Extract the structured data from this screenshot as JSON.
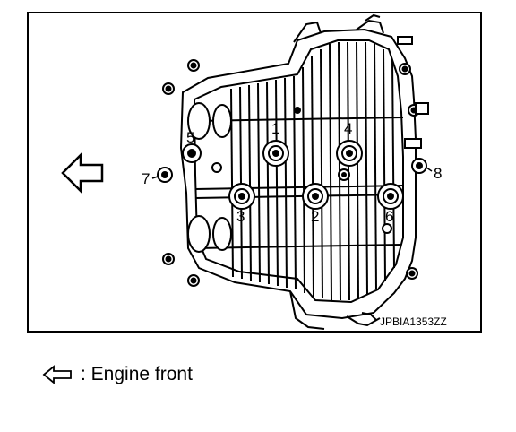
{
  "figure": {
    "code": "JPBIA1353ZZ",
    "bolt_labels": [
      "1",
      "2",
      "3",
      "4",
      "5",
      "6",
      "7",
      "8"
    ]
  },
  "legend": {
    "text": ": Engine front",
    "icon": "outline-left-arrow-icon"
  },
  "colors": {
    "line": "#000000",
    "background": "#ffffff"
  }
}
